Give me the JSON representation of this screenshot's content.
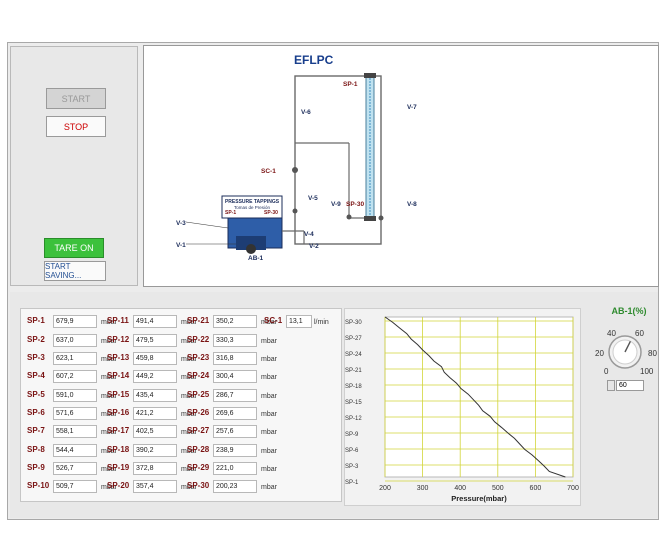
{
  "left_panel": {
    "start_label": "START",
    "stop_label": "STOP",
    "tare_label": "TARE ON",
    "save_label": "START SAVING..."
  },
  "diagram": {
    "title": "EFLPC",
    "labels": [
      "SP-1",
      "V-7",
      "V-6",
      "SC-1",
      "V-5",
      "V-9",
      "SP-30",
      "V-8",
      "V-3",
      "V-4",
      "V-1",
      "V-2",
      "AB-1",
      "SP-1",
      "SP-30"
    ],
    "box_title": "PRESSURE TAPPINGS",
    "box_subtitle": "Tomas de Presión"
  },
  "readings": {
    "col1": [
      {
        "label": "SP-1",
        "value": "679,9",
        "unit": "mbar"
      },
      {
        "label": "SP-2",
        "value": "637,0",
        "unit": "mbar"
      },
      {
        "label": "SP-3",
        "value": "623,1",
        "unit": "mbar"
      },
      {
        "label": "SP-4",
        "value": "607,2",
        "unit": "mbar"
      },
      {
        "label": "SP-5",
        "value": "591,0",
        "unit": "mbar"
      },
      {
        "label": "SP-6",
        "value": "571,6",
        "unit": "mbar"
      },
      {
        "label": "SP-7",
        "value": "558,1",
        "unit": "mbar"
      },
      {
        "label": "SP-8",
        "value": "544,4",
        "unit": "mbar"
      },
      {
        "label": "SP-9",
        "value": "526,7",
        "unit": "mbar"
      },
      {
        "label": "SP-10",
        "value": "509,7",
        "unit": "mbar"
      }
    ],
    "col2": [
      {
        "label": "SP-11",
        "value": "491,4",
        "unit": "mbar"
      },
      {
        "label": "SP-12",
        "value": "479,5",
        "unit": "mbar"
      },
      {
        "label": "SP-13",
        "value": "459,8",
        "unit": "mbar"
      },
      {
        "label": "SP-14",
        "value": "449,2",
        "unit": "mbar"
      },
      {
        "label": "SP-15",
        "value": "435,4",
        "unit": "mbar"
      },
      {
        "label": "SP-16",
        "value": "421,2",
        "unit": "mbar"
      },
      {
        "label": "SP-17",
        "value": "402,5",
        "unit": "mbar"
      },
      {
        "label": "SP-18",
        "value": "390,2",
        "unit": "mbar"
      },
      {
        "label": "SP-19",
        "value": "372,8",
        "unit": "mbar"
      },
      {
        "label": "SP-20",
        "value": "357,4",
        "unit": "mbar"
      }
    ],
    "col3": [
      {
        "label": "SP-21",
        "value": "350,2",
        "unit": "mbar"
      },
      {
        "label": "SP-22",
        "value": "330,3",
        "unit": "mbar"
      },
      {
        "label": "SP-23",
        "value": "316,8",
        "unit": "mbar"
      },
      {
        "label": "SP-24",
        "value": "300,4",
        "unit": "mbar"
      },
      {
        "label": "SP-25",
        "value": "286,7",
        "unit": "mbar"
      },
      {
        "label": "SP-26",
        "value": "269,6",
        "unit": "mbar"
      },
      {
        "label": "SP-27",
        "value": "257,6",
        "unit": "mbar"
      },
      {
        "label": "SP-28",
        "value": "238,9",
        "unit": "mbar"
      },
      {
        "label": "SP-29",
        "value": "221,0",
        "unit": "mbar"
      },
      {
        "label": "SP-30",
        "value": "200,23",
        "unit": "mbar"
      }
    ],
    "sc1": {
      "label": "SC-1",
      "value": "13,1",
      "unit": "l/min"
    }
  },
  "gauge": {
    "title": "AB-1(%)",
    "ticks": [
      "0",
      "20",
      "40",
      "60",
      "80",
      "100"
    ],
    "value": "60",
    "level_fraction": 0.6
  },
  "chart_data": {
    "type": "line",
    "xlabel": "Pressure(mbar)",
    "ylabel": "",
    "xlim": [
      200,
      700
    ],
    "x_ticks": [
      "200",
      "300",
      "400",
      "500",
      "600",
      "700"
    ],
    "y_tick_labels": [
      "SP-30",
      "SP-27",
      "SP-24",
      "SP-21",
      "SP-18",
      "SP-15",
      "SP-12",
      "SP-9",
      "SP-6",
      "SP-3",
      "SP-1"
    ],
    "series": [
      {
        "x": [
          679.9,
          637.0,
          623.1,
          607.2,
          591.0,
          571.6,
          558.1,
          544.4,
          526.7,
          509.7,
          491.4,
          479.5,
          459.8,
          449.2,
          435.4,
          421.2,
          402.5,
          390.2,
          372.8,
          357.4,
          350.2,
          330.3,
          316.8,
          300.4,
          286.7,
          269.6,
          257.6,
          238.9,
          221.0,
          200.23
        ],
        "y": [
          1,
          2,
          3,
          4,
          5,
          6,
          7,
          8,
          9,
          10,
          11,
          12,
          13,
          14,
          15,
          16,
          17,
          18,
          19,
          20,
          21,
          22,
          23,
          24,
          25,
          26,
          27,
          28,
          29,
          30
        ]
      }
    ],
    "grid": true,
    "colors": {
      "grid": "#d2d53a",
      "line": "#333333"
    }
  }
}
